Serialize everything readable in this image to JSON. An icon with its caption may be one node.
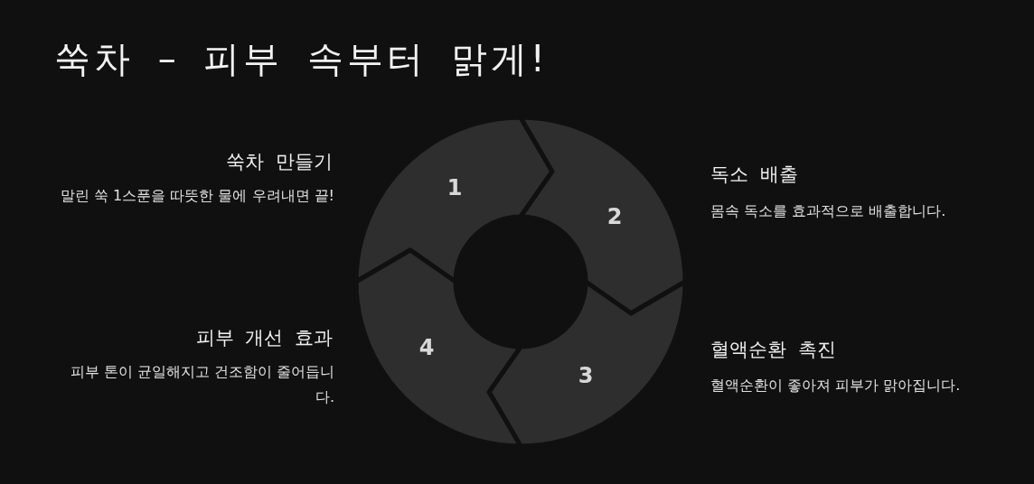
{
  "diagram": {
    "title": "쑥차 – 피부 속부터 맑게!",
    "nodes": [
      {
        "text": [
          "1"
        ]
      },
      {
        "text": [
          "2"
        ]
      },
      {
        "text": [
          "3"
        ]
      },
      {
        "text": [
          "4"
        ]
      }
    ],
    "labels": [
      "쑥차 만들기",
      "말린 쑥 1스푼을 따뜻한 물에 우려내면 끝!",
      "독소 배출",
      "몸속 독소를 효과적으로 배출합니다.",
      "피부 개선 효과",
      "피부 톤이 균일해지고 건조함이 줄어듭니다.",
      "혈액순환 촉진",
      "혈액순환이 좋아져 피부가 맑아집니다."
    ]
  }
}
